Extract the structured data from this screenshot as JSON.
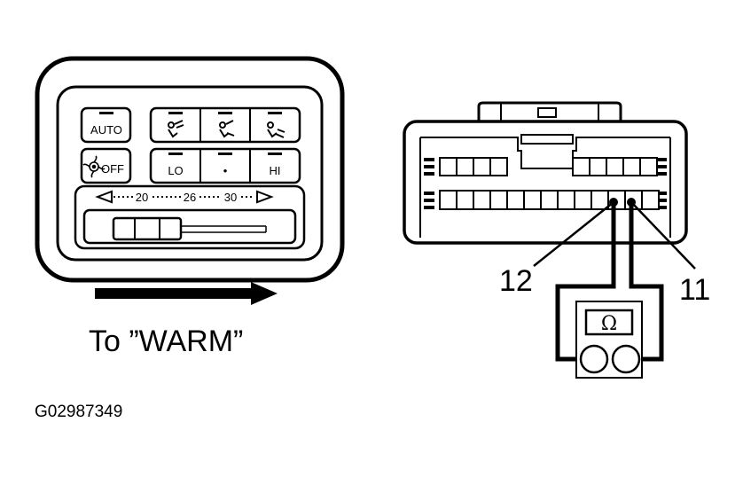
{
  "control_panel": {
    "auto": "AUTO",
    "fan_off": "OFF",
    "lo": "LO",
    "center_dot": "•",
    "hi": "HI",
    "temp_20": "20",
    "temp_26": "26",
    "temp_30": "30"
  },
  "instruction": "To ”WARM”",
  "connector": {
    "pin_12": "12",
    "pin_11": "11"
  },
  "meter": {
    "symbol": "Ω"
  },
  "figure_id": "G02987349",
  "icons": [
    "fan-icon",
    "vent-face-icon",
    "vent-bilevel-icon",
    "vent-foot-icon",
    "arrow-right-icon",
    "ohmmeter-icon"
  ]
}
